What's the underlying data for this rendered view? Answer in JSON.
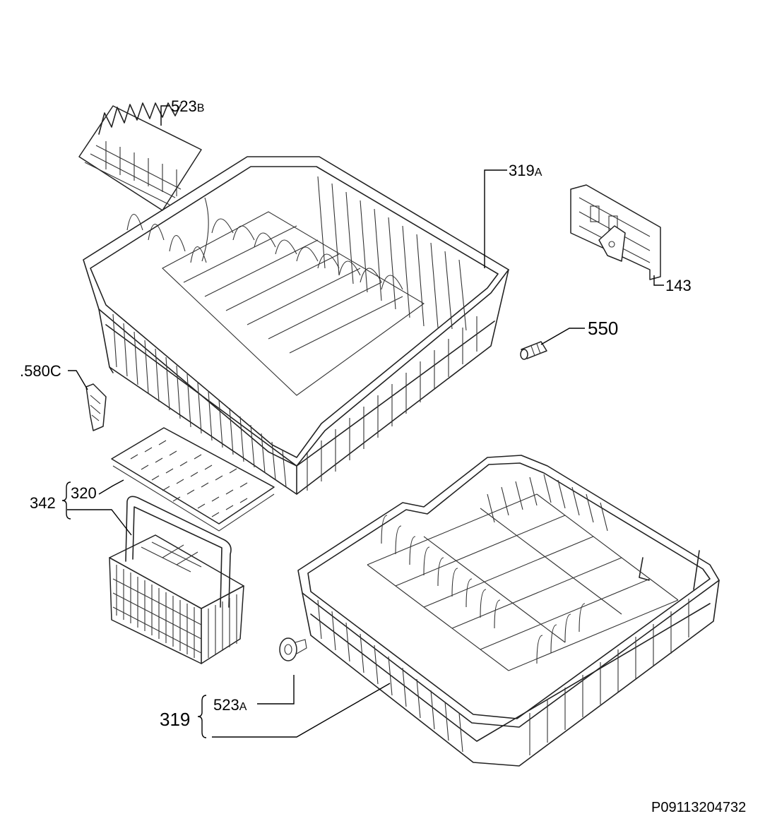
{
  "callouts": {
    "c523b": {
      "num": "523",
      "suffix": "B"
    },
    "c319a": {
      "num": "319",
      "suffix": "A"
    },
    "c143": {
      "num": "143"
    },
    "c550": {
      "num": "550"
    },
    "c580c": {
      "num": ".580C"
    },
    "c342": {
      "num": "342"
    },
    "c320": {
      "num": "320"
    },
    "c523a": {
      "num": "523",
      "suffix": "A"
    },
    "c319": {
      "num": "319"
    }
  },
  "drawing_code": "P09113204732"
}
